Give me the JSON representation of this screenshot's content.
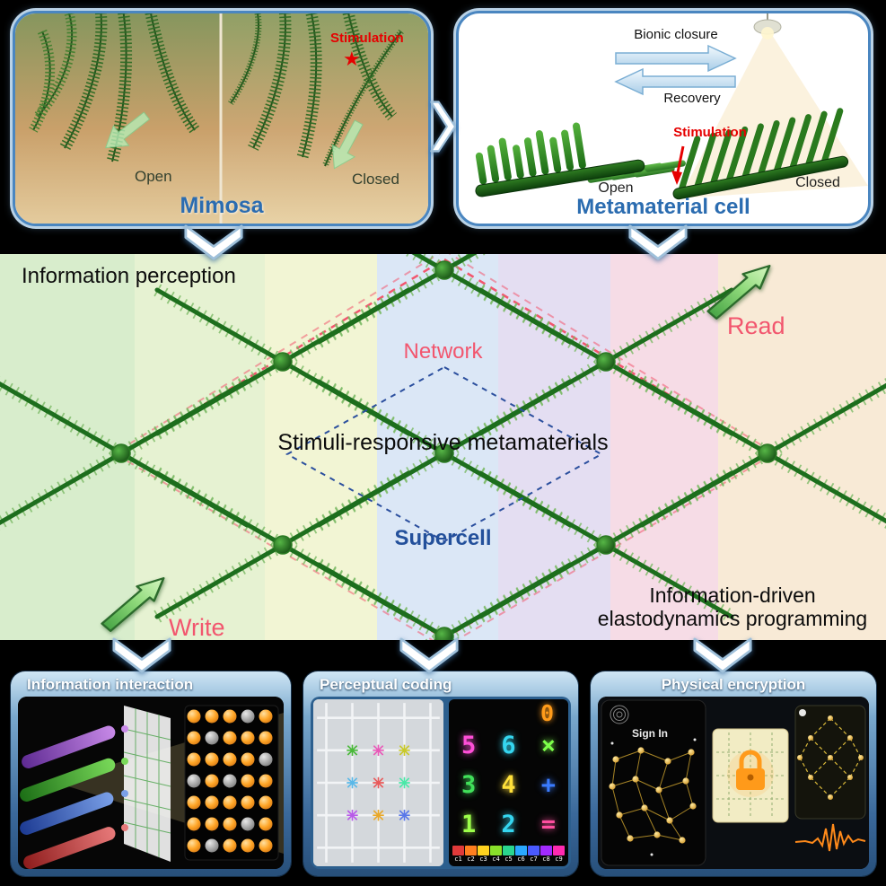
{
  "mimosa": {
    "title": "Mimosa",
    "stimulation": "Stimulation",
    "star": "★",
    "open": "Open",
    "closed": "Closed"
  },
  "cell": {
    "title": "Metamaterial cell",
    "bionic_closure": "Bionic closure",
    "recovery": "Recovery",
    "stimulation": "Stimulation",
    "open": "Open",
    "closed": "Closed"
  },
  "middle": {
    "information_perception": "Information perception",
    "read": "Read",
    "write": "Write",
    "network": "Network",
    "supercell": "Supercell",
    "center_label": "Stimuli-responsive metamaterials",
    "programming_line1": "Information-driven",
    "programming_line2": "elastodynamics programming"
  },
  "interaction": {
    "title": "Information interaction"
  },
  "coding": {
    "title": "Perceptual coding",
    "top_digit": "0",
    "top_digit_color": "#ff9b1a",
    "grid": [
      [
        "5",
        "6",
        "×"
      ],
      [
        "3",
        "4",
        "+"
      ],
      [
        "1",
        "2",
        "="
      ]
    ],
    "grid_colors": [
      [
        "#ff4fd8",
        "#35d6f0",
        "#7dff4a"
      ],
      [
        "#41e05a",
        "#ffe03a",
        "#3a7bff"
      ],
      [
        "#9cff4a",
        "#35d6f0",
        "#ff4fa0"
      ]
    ],
    "colorbar_labels": [
      "c1",
      "c2",
      "c3",
      "c4",
      "c5",
      "c6",
      "c7",
      "c8",
      "c9"
    ],
    "colorbar_colors": [
      "#e03a3a",
      "#ff7f1f",
      "#ffd21f",
      "#8ae02a",
      "#2ad68f",
      "#2aa8ff",
      "#4a5aff",
      "#a22aff",
      "#ff2ab0"
    ]
  },
  "encryption": {
    "title": "Physical encryption",
    "sign_in": "Sign In"
  },
  "colors": {
    "title_blue": "#2b6cb0",
    "label_pink": "#f2566e",
    "supercell_blue": "#23509b",
    "stimulation_red": "#e60000"
  }
}
